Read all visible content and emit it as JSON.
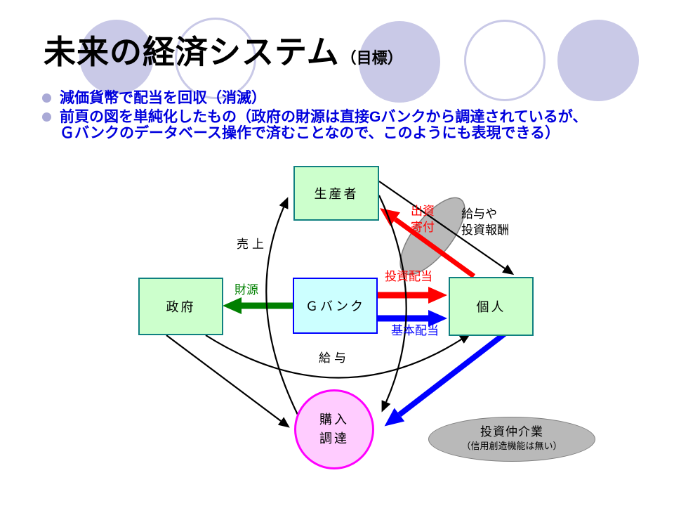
{
  "slide": {
    "title": "未来の経済システム",
    "title_suffix": "（目標）",
    "bullets": [
      {
        "lines": [
          "減価貨幣で配当を回収（消滅）"
        ]
      },
      {
        "lines": [
          "前頁の図を単純化したもの（政府の財源は直接Gバンクから調達されているが、",
          "Ｇバンクのデータベース操作で済むことなので、このようにも表現できる）"
        ]
      }
    ]
  },
  "diagram": {
    "nodes": {
      "producer": "生産者",
      "government": "政府",
      "gbank": "Ｇバンク",
      "individual": "個人",
      "purchase": [
        "購入",
        "調達"
      ],
      "broker": [
        "投資仲介業",
        "（信用創造機能は無い）"
      ]
    },
    "labels": {
      "sales": "売上",
      "funding": "財源",
      "contribution": [
        "出資",
        "寄付"
      ],
      "salary_reward": [
        "給与や",
        "投資報酬"
      ],
      "investment_dividend": "投資配当",
      "basic_dividend": "基本配当",
      "salary": "給与"
    },
    "edges": [
      {
        "from": "gbank",
        "to": "government",
        "label": "財源",
        "color": "#008000",
        "style": "thick"
      },
      {
        "from": "gbank",
        "to": "individual",
        "label": "投資配当",
        "color": "#ff0000",
        "style": "thick"
      },
      {
        "from": "gbank",
        "to": "individual",
        "label": "基本配当",
        "color": "#0000ff",
        "style": "thick"
      },
      {
        "from": "individual",
        "to": "producer",
        "label": "出資寄付",
        "color": "#ff0000",
        "style": "thick"
      },
      {
        "from": "producer",
        "to": "individual",
        "label": "給与や投資報酬",
        "color": "#000000",
        "style": "thin"
      },
      {
        "from": "purchase",
        "to": "producer",
        "label": "売上",
        "color": "#000000",
        "style": "thin-curve"
      },
      {
        "from": "producer",
        "to": "purchase",
        "label": "",
        "color": "#000000",
        "style": "thin-curve"
      },
      {
        "from": "government",
        "to": "purchase",
        "label": "",
        "color": "#000000",
        "style": "thin"
      },
      {
        "from": "government",
        "to": "individual",
        "label": "給与",
        "color": "#000000",
        "style": "thin-curve"
      },
      {
        "from": "individual",
        "to": "purchase",
        "label": "",
        "color": "#0000ff",
        "style": "thick"
      }
    ],
    "colors": {
      "green_box_fill": "#ccffcc",
      "green_box_border": "#0f8080",
      "bank_fill": "#ccffff",
      "bank_border": "#0000ff",
      "purchase_fill": "#ffccff",
      "purchase_border": "#ff00ff",
      "gray_fill": "#b9b9b9",
      "gray_border": "#808080",
      "arrow_red": "#ff0000",
      "arrow_blue": "#0000ff",
      "arrow_green": "#008000",
      "bullet_text": "#0000dd",
      "decoration": "#c9c9e7"
    }
  }
}
